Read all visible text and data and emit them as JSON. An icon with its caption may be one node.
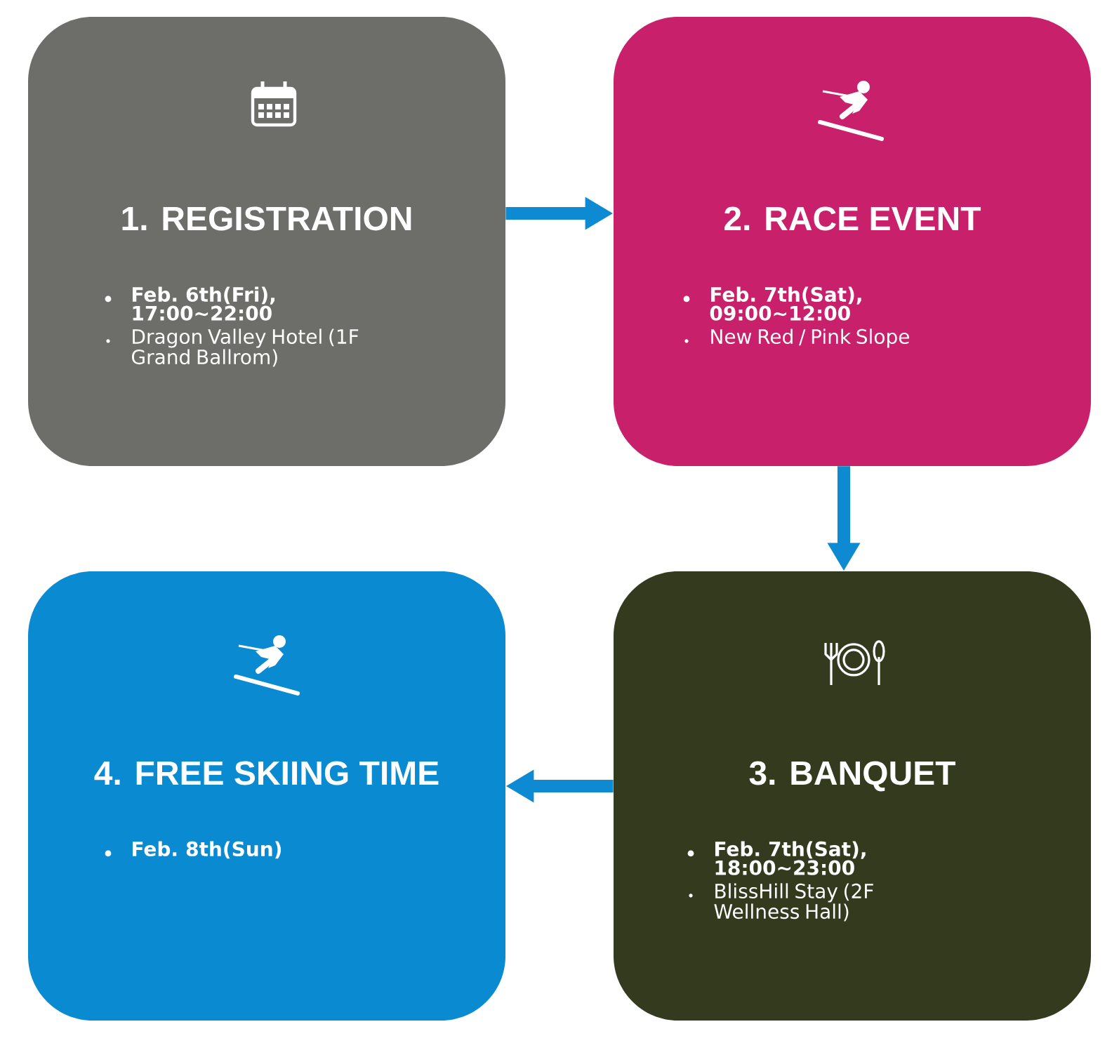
{
  "diagram": {
    "nodes": [
      {
        "text": [
          "1. REGISTRATION",
          "Feb. 6th(Fri), 17:00~22:00",
          "Dragon Valley Hotel (1F Grand Ballrom)"
        ]
      },
      {
        "text": [
          "2. RACE EVENT",
          "Feb. 7th(Sat), 09:00~12:00",
          "New Red / Pink Slope"
        ]
      },
      {
        "text": [
          "3. BANQUET",
          "Feb. 7th(Sat), 18:00~23:00",
          "BlissHill Stay (2F Wellness Hall)"
        ]
      },
      {
        "text": [
          "4. FREE SKIING TIME",
          "Feb. 8th(Sun)"
        ]
      }
    ],
    "edges": [
      {
        "from": 0,
        "to": 1,
        "arrow": "to"
      },
      {
        "from": 1,
        "to": 2,
        "arrow": "to"
      },
      {
        "from": 2,
        "to": 3,
        "arrow": "to"
      }
    ]
  }
}
